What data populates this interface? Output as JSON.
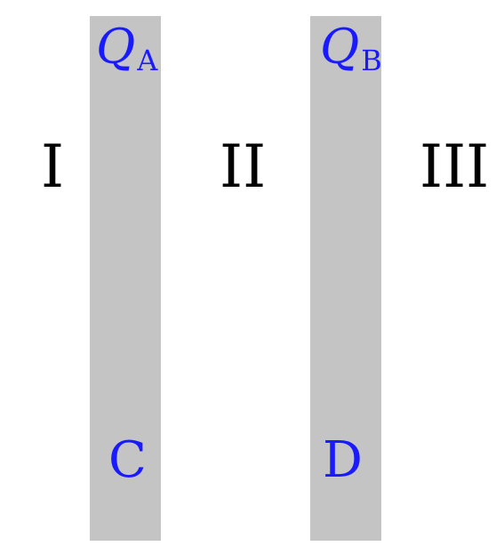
{
  "regions": [
    "I",
    "II",
    "III"
  ],
  "plates": [
    {
      "charge_symbol": "Q",
      "charge_subscript": "A",
      "label": "C"
    },
    {
      "charge_symbol": "Q",
      "charge_subscript": "B",
      "label": "D"
    }
  ],
  "colors": {
    "plate_fill": "#c4c4c4",
    "label_color": "#1a1aff",
    "region_color": "#000000"
  }
}
